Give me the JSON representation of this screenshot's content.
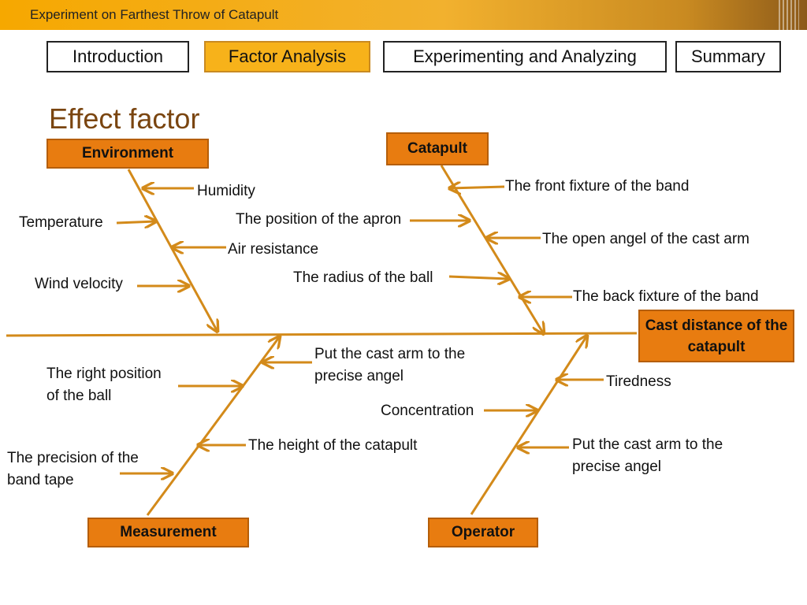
{
  "header": {
    "title": "Experiment on Farthest Throw of Catapult"
  },
  "nav": {
    "tabs": [
      {
        "label": "Introduction"
      },
      {
        "label": "Factor Analysis"
      },
      {
        "label": "Experimenting and Analyzing"
      },
      {
        "label": "Summary"
      }
    ],
    "active_tab": "Factor Analysis"
  },
  "heading": "Effect factor",
  "diagram": {
    "effect": "Cast distance of the catapult",
    "categories": {
      "environment": "Environment",
      "catapult": "Catapult",
      "measurement": "Measurement",
      "operator": "Operator"
    },
    "environment_factors": [
      "Humidity",
      "Temperature",
      "Air resistance",
      "Wind velocity"
    ],
    "catapult_factors": [
      "The front fixture of the band",
      "The position of the apron",
      "The open angel of the cast arm",
      "The radius of the ball",
      "The back fixture of the band"
    ],
    "measurement_factors": [
      "Put the cast arm to the precise angel",
      "The right position of the ball",
      "The height of the catapult",
      "The precision of the band tape"
    ],
    "operator_factors": [
      "Tiredness",
      "Concentration",
      "Put the cast arm to the precise angel"
    ]
  },
  "colors": {
    "accent": "#f7b21a",
    "category_box": "#e87c10",
    "line": "#d38a1a",
    "heading": "#7a4510"
  }
}
